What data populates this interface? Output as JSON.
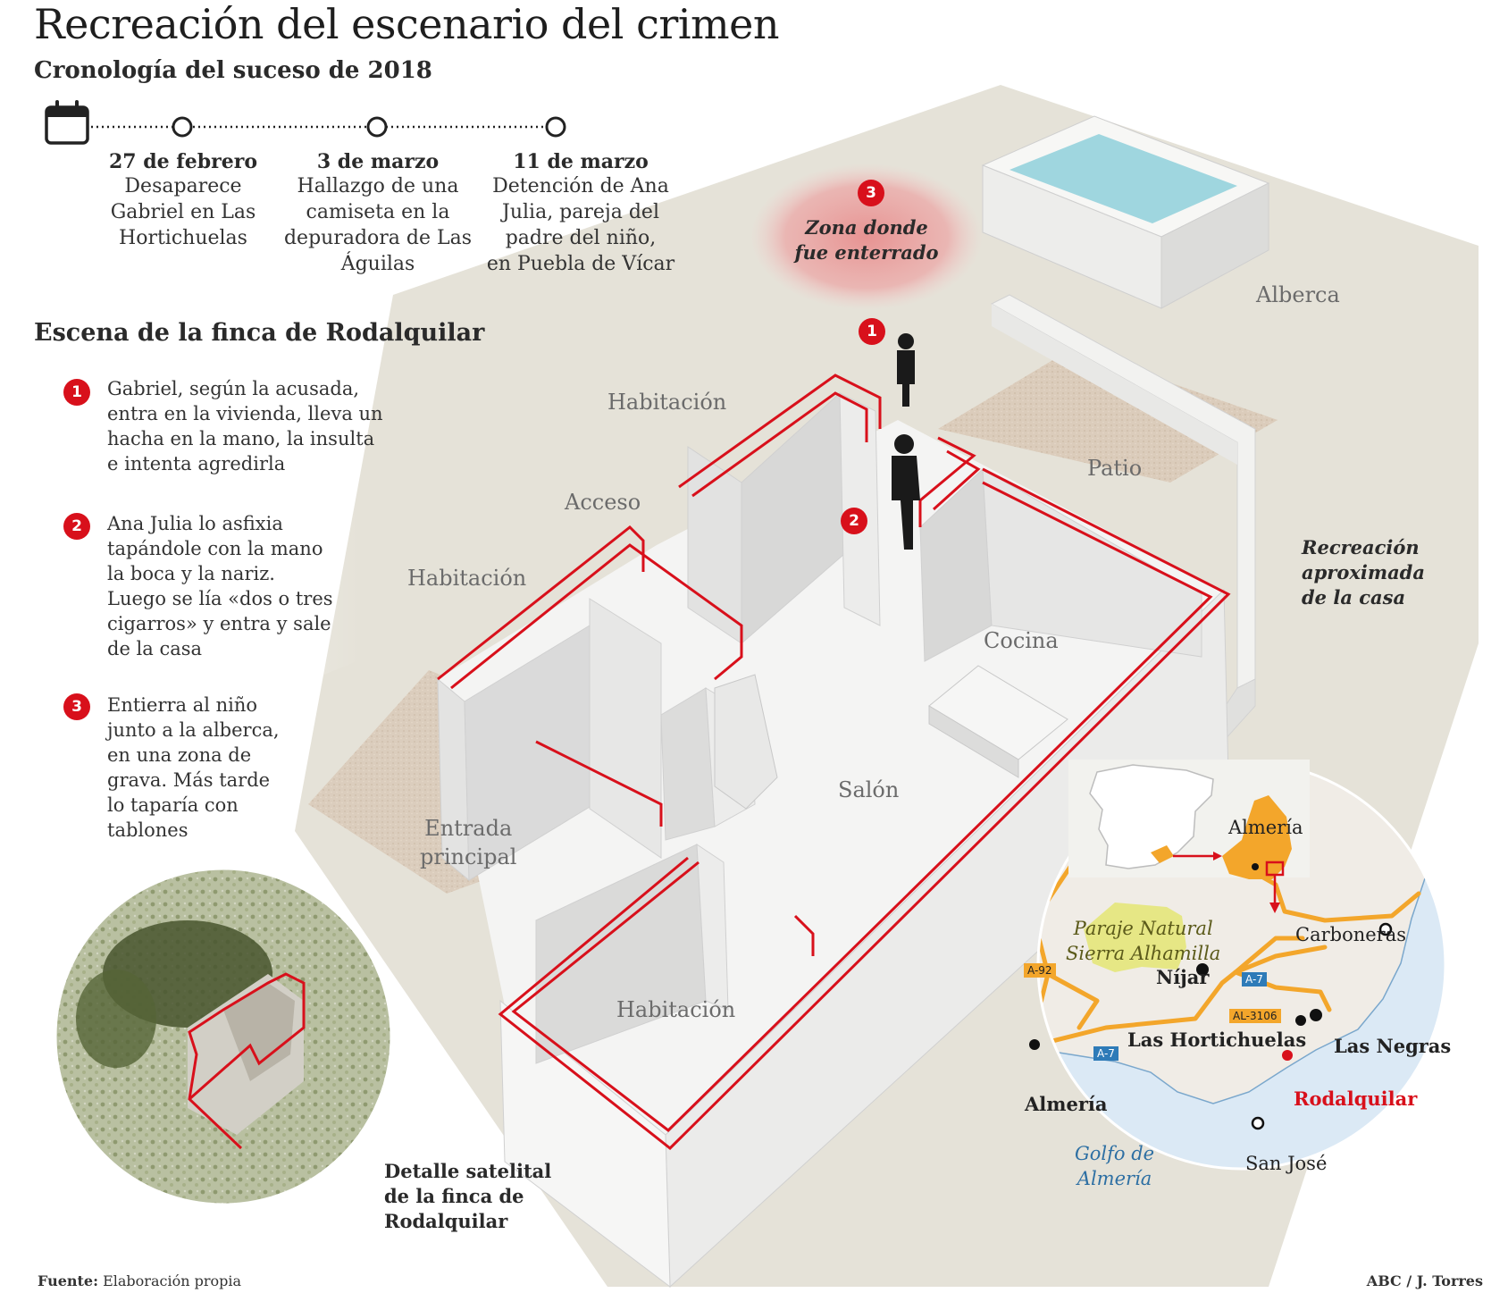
{
  "title": "Recreación del escenario del crimen",
  "subtitle": "Cronología del suceso de 2018",
  "timeline": [
    {
      "date": "27 de febrero",
      "desc": "Desaparece\nGabriel en Las\nHortichuelas"
    },
    {
      "date": "3 de marzo",
      "desc": "Hallazgo de una\ncamiseta en la\ndepuradora de Las\nÁguilas"
    },
    {
      "date": "11 de marzo",
      "desc": "Detención de Ana\nJulia, pareja del\npadre del niño,\nen Puebla de Vícar"
    }
  ],
  "scene_heading": "Escena de la finca de Rodalquilar",
  "steps": [
    {
      "num": "1",
      "text": "Gabriel, según la acusada,\nentra en la vivienda, lleva un\nhacha en la mano, la insulta\ne intenta agredirla"
    },
    {
      "num": "2",
      "text": "Ana Julia lo asfixia\ntapándole con la mano\nla boca y la nariz.\nLuego se lía «dos o tres\ncigarros» y entra y sale\nde la casa"
    },
    {
      "num": "3",
      "text": "Entierra al niño\njunto a la alberca,\nen una zona de\ngrava. Más tarde\nlo taparía con\ntablones"
    }
  ],
  "scene": {
    "burial_zone": "Zona donde\nfue enterrado",
    "rooms": {
      "habitacion_top": "Habitación",
      "acceso": "Acceso",
      "habitacion_left": "Habitación",
      "entrada": "Entrada\nprincipal",
      "salon": "Salón",
      "cocina": "Cocina",
      "patio": "Patio",
      "alberca": "Alberca",
      "habitacion_bottom": "Habitación"
    },
    "recreation_note": "Recreación\naproximada\nde la casa",
    "satellite_caption": "Detalle satelital\nde la finca de\nRodalquilar"
  },
  "map": {
    "region": "Almería",
    "park": "Paraje Natural\nSierra Alhamilla",
    "towns": {
      "carboneras": "Carboneras",
      "nijar": "Níjar",
      "hortichuelas": "Las Hortichuelas",
      "negras": "Las Negras",
      "rodalquilar": "Rodalquilar",
      "almeria": "Almería",
      "sanjose": "San José"
    },
    "sea": "Golfo de\nAlmería",
    "roads": [
      "A-92",
      "A-7",
      "AL-3106",
      "A-7"
    ]
  },
  "colors": {
    "accent_red": "#d8101b",
    "road_orange": "#f3a62b",
    "sea_blue": "#dbe9f5",
    "park_green": "#e4e77a"
  },
  "footer": {
    "source_label": "Fuente:",
    "source_text": "Elaboración propia",
    "credit": "ABC / J. Torres"
  }
}
